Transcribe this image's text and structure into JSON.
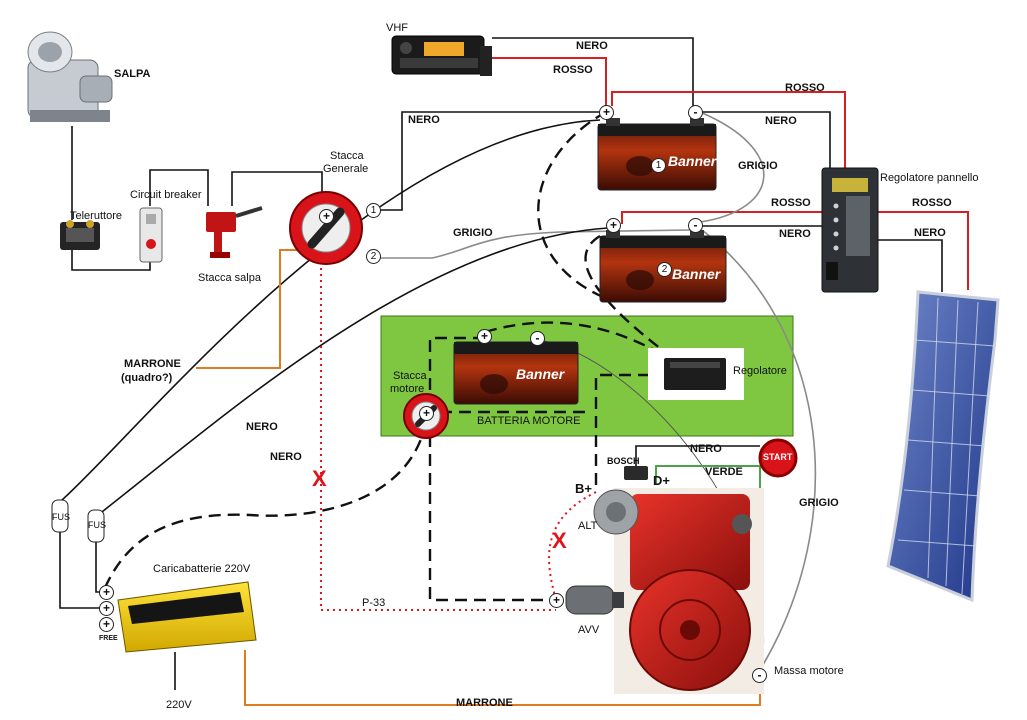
{
  "labels": {
    "salpa": "SALPA",
    "vhf": "VHF",
    "nero": "NERO",
    "rosso": "ROSSO",
    "grigio": "GRIGIO",
    "marrone": "MARRONE",
    "marrone_quadro_1": "MARRONE",
    "marrone_quadro_2": "(quadro?)",
    "teleruttore": "Teleruttore",
    "circuit_breaker": "Circuit breaker",
    "stacca_salpa": "Stacca salpa",
    "stacca_generale_1": "Stacca",
    "stacca_generale_2": "Generale",
    "regolatore_pannello": "Regolatore pannello",
    "stacca_motore_1": "Stacca",
    "stacca_motore_2": "motore",
    "batteria_motore": "BATTERIA MOTORE",
    "regolatore": "Regolatore",
    "bosch": "BOSCH",
    "verde": "VERDE",
    "start": "START",
    "b_plus": "B+",
    "d_plus": "D+",
    "alt": "ALT",
    "avv": "AVV",
    "p33": "P-33",
    "massa_motore": "Massa motore",
    "caricabatterie": "Caricabatterie 220V",
    "v220": "220V",
    "fus": "FUS",
    "free": "FREE",
    "plus": "+",
    "minus": "-",
    "one": "1",
    "two": "2",
    "x": "X",
    "banner": "Banner"
  },
  "colors": {
    "rosso": "#d42020",
    "nero": "#111111",
    "grigio": "#8a8a8a",
    "marrone": "#e07b20",
    "p33_dotted": "#e0141b",
    "verde_wire": "#4aa34a",
    "panel_green": "#7fc741",
    "battery_red": "#b32a12",
    "start_red": "#d8141a"
  }
}
